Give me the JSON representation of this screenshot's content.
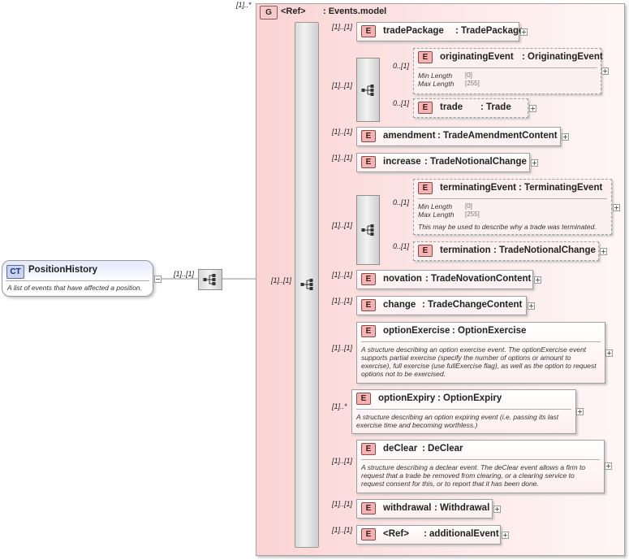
{
  "complex_type": {
    "badge": "CT",
    "name": "PositionHistory",
    "doc": "A list of events that have affected a position."
  },
  "root_cardinality": "[1]..[1]",
  "group": {
    "badge": "G",
    "ref_label": "<Ref>",
    "name": ": Events.model",
    "cardinality": "[1]..*",
    "inner_cardinality": "[1]..[1]"
  },
  "element_badge": "E",
  "elements": [
    {
      "name": "tradePackage",
      "type": "TradePackage",
      "card": "[1]..[1]"
    },
    {
      "name": "originatingEvent",
      "type": "OriginatingEvent",
      "card": "0..[1]",
      "facets": [
        [
          "Min Length",
          "[0]"
        ],
        [
          "Max Length",
          "[255]"
        ]
      ]
    },
    {
      "name": "trade",
      "type": "Trade",
      "card": "0..[1]"
    },
    {
      "name": "amendment",
      "type": "TradeAmendmentContent",
      "card": "[1]..[1]"
    },
    {
      "name": "increase",
      "type": "TradeNotionalChange",
      "card": "[1]..[1]"
    },
    {
      "name": "terminatingEvent",
      "type": "TerminatingEvent",
      "card": "0..[1]",
      "facets": [
        [
          "Min Length",
          "[0]"
        ],
        [
          "Max Length",
          "[255]"
        ]
      ],
      "doc": "This may be used to describe why a trade was terminated."
    },
    {
      "name": "termination",
      "type": "TradeNotionalChange",
      "card": "0..[1]"
    },
    {
      "name": "novation",
      "type": "TradeNovationContent",
      "card": "[1]..[1]"
    },
    {
      "name": "change",
      "type": "TradeChangeContent",
      "card": "[1]..[1]"
    },
    {
      "name": "optionExercise",
      "type": "OptionExercise",
      "card": "[1]..[1]",
      "doc": "A structure describing an option exercise event. The optionExercise event supports partial exercise (specify the number of options or amount to exercise), full exercise (use fullExercise flag), as well as the option to request options not to be exercised."
    },
    {
      "name": "optionExpiry",
      "type": "OptionExpiry",
      "card": "[1]..*",
      "doc": "A structure describing an option expiring event (i.e. passing its last exercise time and becoming worthless.)"
    },
    {
      "name": "deClear",
      "type": "DeClear",
      "card": "[1]..[1]",
      "doc": "A structure describing a declear event. The deClear event allows a firm to request that a trade be removed from clearing, or a clearing service to request consent for this, or to report that it has been done."
    },
    {
      "name": "withdrawal",
      "type": "Withdrawal",
      "card": "[1]..[1]"
    },
    {
      "name": "<Ref>",
      "type": "additionalEvent",
      "card": "[1]..[1]"
    }
  ],
  "choice1_cardinality": "[1]..[1]",
  "choice2_cardinality": "[1]..[1]"
}
